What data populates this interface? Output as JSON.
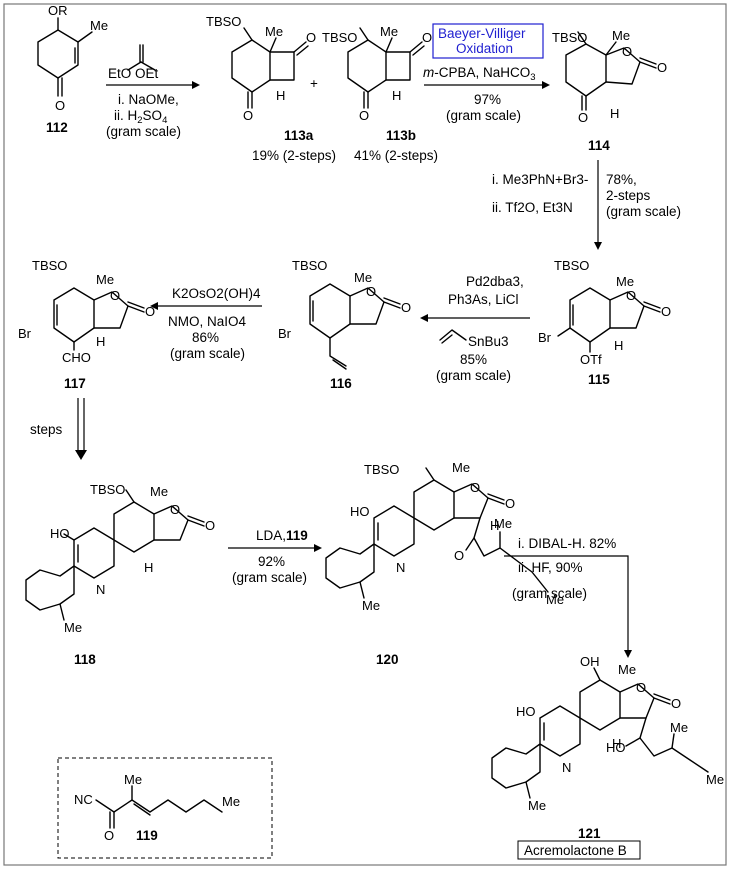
{
  "compounds": {
    "c112": "112",
    "c113a": "113a",
    "c113b": "113b",
    "c114": "114",
    "c115": "115",
    "c116": "116",
    "c117": "117",
    "c118": "118",
    "c119": "119",
    "c120": "120",
    "c121": "121"
  },
  "yields": {
    "y113a": "19% (2-steps)",
    "y113b": "41% (2-steps)"
  },
  "step1": {
    "reagent": "EtO        OEt",
    "line1": "i. NaOMe,",
    "line2_pre": "ii. H",
    "line2_sub": "2",
    "line2_post": "SO",
    "line2_sub2": "4",
    "line3": "(gram scale)"
  },
  "step2": {
    "box_line1": "Baeyer-Villiger",
    "box_line2": "Oxidation",
    "line1_italic": "m",
    "line1_rest": "-CPBA, NaHCO",
    "line1_sub": "3",
    "line2": "97%",
    "line3": "(gram scale)"
  },
  "step3": {
    "line1": "i. Me3PhN+Br3-",
    "line2": "ii. Tf2O, Et3N",
    "yield1": "78%,",
    "yield2": "2-steps",
    "yield3": "(gram scale)"
  },
  "step4": {
    "line1": "Pd2dba3,",
    "line2": "Ph3As, LiCl",
    "line3": "SnBu3",
    "line4": "85%",
    "line5": "(gram scale)"
  },
  "step5": {
    "line1": "K2OsO2(OH)4",
    "line2": "NMO, NaIO4",
    "line3": "86%",
    "line4": "(gram scale)"
  },
  "step6": {
    "line1": "steps"
  },
  "step7": {
    "line1_pre": "LDA,",
    "line1_bold": "119",
    "line2": "92%",
    "line3": "(gram scale)"
  },
  "step8": {
    "line1": "i. DIBAL-H. 82%",
    "line2": "ii. HF, 90%",
    "line3": "(gram scale)"
  },
  "product_name": "Acremolactone B",
  "atoms": {
    "OR": "OR",
    "Me": "Me",
    "O": "O",
    "TBSO": "TBSO",
    "H": "H",
    "Br": "Br",
    "OTf": "OTf",
    "CHO": "CHO",
    "HO": "HO",
    "N": "N",
    "OH": "OH",
    "NC": "NC"
  },
  "colors": {
    "box_text": "#1f1fd0",
    "box_border": "#1f1fd0",
    "frame": "#777777"
  }
}
